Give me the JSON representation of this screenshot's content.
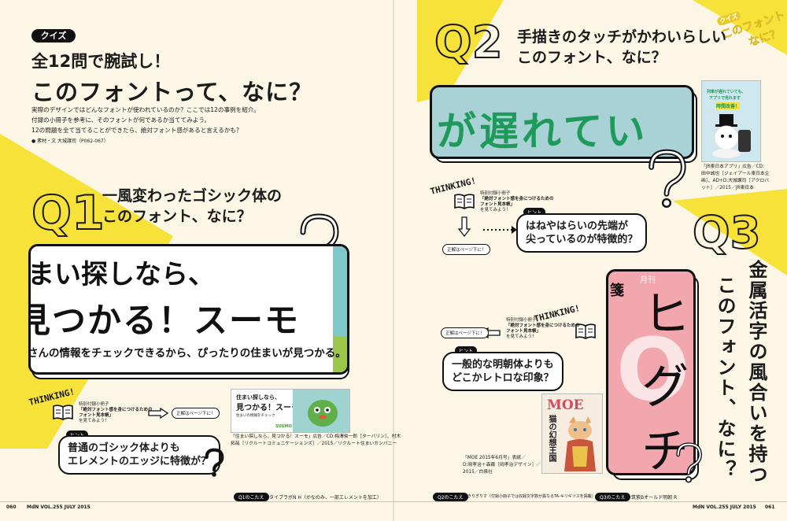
{
  "colors": {
    "accent": "#f7e23a",
    "paper": "#fbf6e6",
    "teal": "#7fc7c9",
    "pink": "#f2a6ae",
    "q2green": "#1e9a5a",
    "q2card": "#a9d2d6"
  },
  "intro": {
    "badge": "クイズ",
    "subtitle": "全12問で腕試し！",
    "title": "このフォントって、なに？",
    "lines": [
      "実際のデザインではどんなフォントが使われているのか？ここでは12の事例を紹介。",
      "付録の小冊子を参考に、そのフォントが何であるか当ててみよう。",
      "12の問題を全て当てることができたら、絶対フォント感があると言えるかも？"
    ],
    "credit": "● 素材・文 大城譲司（P062-067）"
  },
  "corner_tag": {
    "line1": "クイズ",
    "line2": "このフォント",
    "line3": "なに？"
  },
  "common": {
    "thinking": "THINKING!",
    "book_note_1": "特別付録小冊子",
    "book_note_2": "「絶対フォント感を身につけるための",
    "book_note_3": "フォント見本帳」",
    "book_note_4": "を見てみよう！",
    "hint_tag": "ヒント",
    "answer_pill": "正解はページ下に！"
  },
  "q1": {
    "num": "Q1",
    "title_1": "一風変わったゴシック体の",
    "title_2": "このフォント、なに？",
    "line_a": "まい探しなら、",
    "line_b": "見つかる！スーモ",
    "line_c": "さんの情報をチェックできるから、ぴったりの住まいが見つかる。",
    "hint_1": "普通のゴシック体よりも",
    "hint_2": "エレメントのエッジに特徴が？",
    "thumb_a": "住まい探しなら、",
    "thumb_b": "見つかる！スーモ",
    "thumb_c": "住まいの情報をチェック",
    "thumb_logo": "SUUMO",
    "caption_1": "「住まい探しなら、見つかる！スーモ」広告／CD:梅澤俊一郎［ターバリン］、村木",
    "caption_2": "拓哉［リクルートコミュニケーションズ］／2015／リクルート住まいカンパニー"
  },
  "q2": {
    "num": "Q2",
    "title_1": "手描きのタッチがかわいらしい",
    "title_2": "このフォント、なに？",
    "sample": "が遅れてい",
    "hint_1": "はねやはらいの先端が",
    "hint_2": "尖っているのが特徴的？",
    "poster_1": "列車が遅れていても、",
    "poster_2": "アプリで見れます",
    "poster_3": "時間改善！",
    "caption_1": "「JR東日本アプリ」広告／CD:",
    "caption_2": "田中誠也［ジェイアール東日本企",
    "caption_3": "画］、AD+D:大城譲司［アクロバ",
    "caption_4": "ット］／2015／JR東日本"
  },
  "q3": {
    "num": "Q3",
    "title_v1": "金属活字の風合いを持つ",
    "title_v2": "このフォント、なに？",
    "hint_1": "一般的な明朝体よりも",
    "hint_2": "どこかレトロな印象？",
    "cover_a": "ヒ",
    "cover_b": "グ",
    "cover_c": "チ",
    "cover_side": "箋",
    "cover_bar": "月刊",
    "magazine": "MOE",
    "magazine_sub": "猫の幻想王国",
    "caption_1": "「MOE 2015年6月号」表紙／",
    "caption_2": "D:岡孝治＋森繭［岡孝治デザイン］／",
    "caption_3": "2015／白泉社"
  },
  "footer": {
    "left_page": "060",
    "left_mag": "MdN VOL.255 JULY 2015",
    "q1_tag": "Q1のこたえ",
    "q1_answer": "タイプラボN H（かなのみ、一部エレメントを加工）",
    "q2_tag": "Q2のこたえ",
    "q2_answer": "きりぎりす（付録小冊子では収録文字数が異なるTA-キリギリスを掲載）",
    "q3_tag": "Q3のこたえ",
    "q3_answer": "筑紫Bオールド明朝 R",
    "right_mag": "MdN VOL.255 JULY 2015",
    "right_page": "061"
  }
}
